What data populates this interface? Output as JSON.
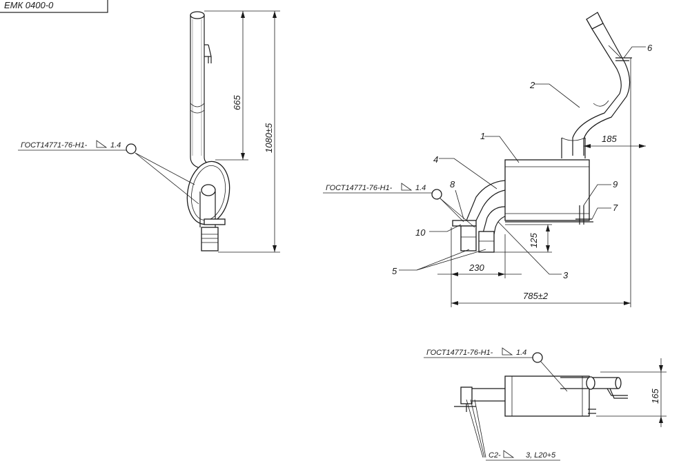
{
  "title_block": {
    "text": "ЕМК 0400-0"
  },
  "views": {
    "side": {
      "weld_note": {
        "text": "ГОСТ14771-76-Н1-",
        "leg": "1.4"
      },
      "dims": {
        "upper": "665",
        "overall": "1080±5"
      }
    },
    "front": {
      "weld_note": {
        "text": "ГОСТ14771-76-Н1-",
        "leg": "1.4"
      },
      "dims": {
        "offset": "185",
        "height": "125",
        "spacing": "230",
        "length": "785±2"
      },
      "callouts": [
        "1",
        "2",
        "3",
        "4",
        "5",
        "6",
        "7",
        "8",
        "9",
        "10"
      ]
    },
    "top": {
      "weld_note": {
        "text": "ГОСТ14771-76-Н1-",
        "leg": "1.4"
      },
      "dims": {
        "width": "165"
      },
      "weld_note2": {
        "text": "С2-",
        "spec": "3, L20+5"
      }
    }
  }
}
